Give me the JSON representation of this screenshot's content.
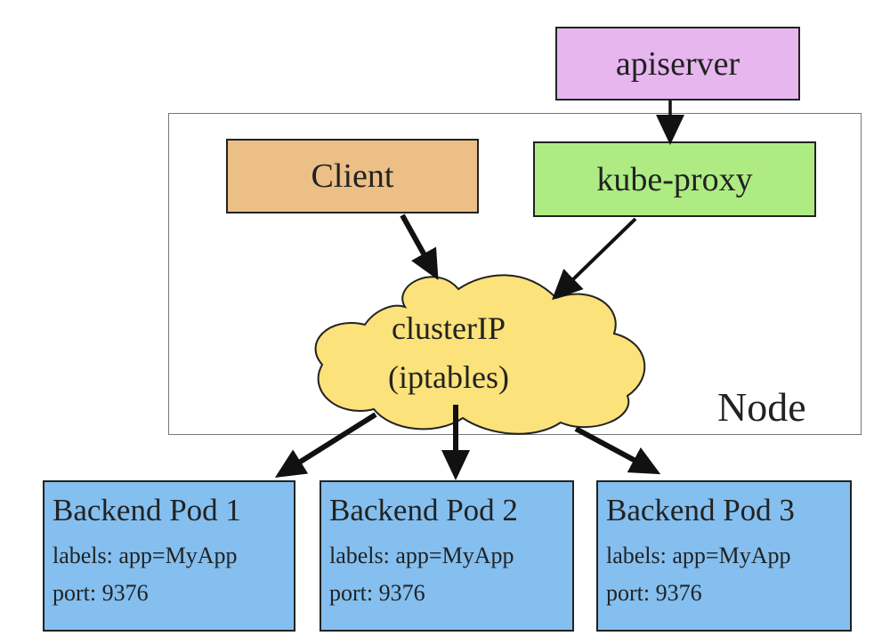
{
  "colors": {
    "apiserver": "#e7b6ef",
    "client": "#ebbf85",
    "kube_proxy": "#aeec83",
    "cluster_ip": "#fbe27a",
    "pod": "#84bfef",
    "node_border": "#777777",
    "arrow": "#111111"
  },
  "apiserver": {
    "label": "apiserver"
  },
  "node": {
    "label": "Node"
  },
  "client": {
    "label": "Client"
  },
  "kube_proxy": {
    "label": "kube-proxy"
  },
  "cluster_ip": {
    "line1": "clusterIP",
    "line2": "(iptables)"
  },
  "pods": [
    {
      "title": "Backend Pod 1",
      "labels": "labels: app=MyApp",
      "port": "port: 9376"
    },
    {
      "title": "Backend Pod 2",
      "labels": "labels: app=MyApp",
      "port": "port: 9376"
    },
    {
      "title": "Backend Pod 3",
      "labels": "labels: app=MyApp",
      "port": "port: 9376"
    }
  ]
}
